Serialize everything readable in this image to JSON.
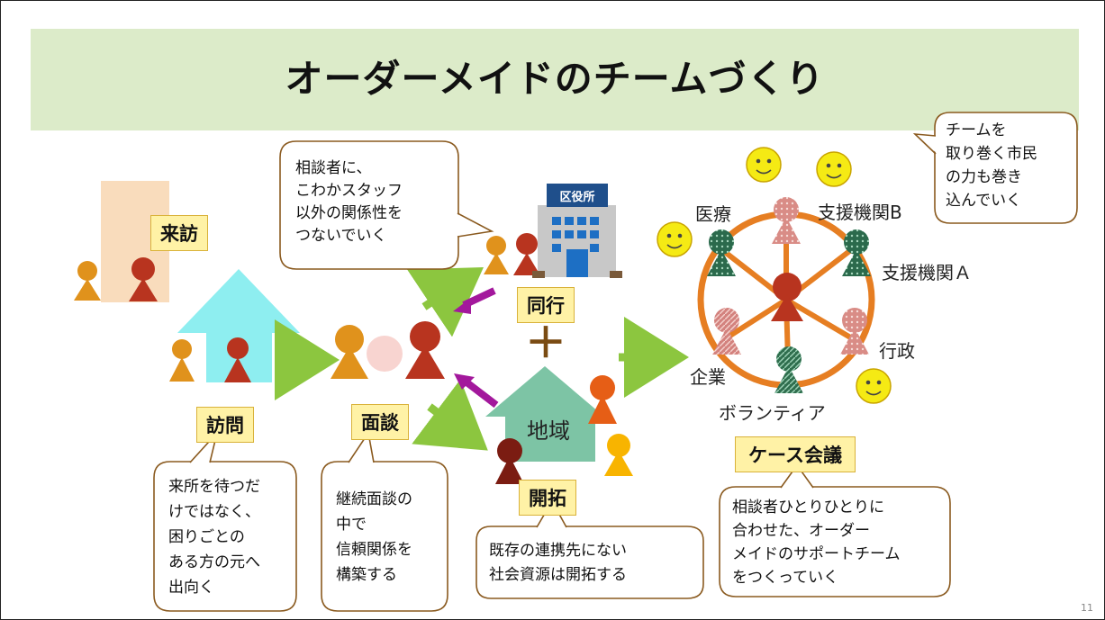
{
  "title": "オーダーメイドのチームづくり",
  "labels": {
    "raihou": "来訪",
    "houmon": "訪問",
    "mendan": "面談",
    "doukou": "同行",
    "kaitaku": "開拓",
    "case_kaigi": "ケース会議",
    "chiiki": "地域",
    "plus": "＋",
    "kuyakusho_sign": "区役所"
  },
  "team_roles": {
    "iryou": "医療",
    "shien_b": "支援機関B",
    "shien_a": "支援機関Ａ",
    "gyousei": "行政",
    "kigyou": "企業",
    "volunteer": "ボランティア"
  },
  "bubbles": {
    "top_center": "相談者に、\nこわかスタッフ\n以外の関係性を\nつないでいく",
    "top_right": "チームを\n取り巻く市民\nの力も巻き\n込んでいく",
    "houmon_note": "来所を待つだ\nけではなく、\n困りごとの\nある方の元へ\n出向く",
    "mendan_note": "継続面談の\n中で\n信頼関係を\n構築する",
    "kaitaku_note": "既存の連携先にない\n社会資源は開拓する",
    "case_note": "相談者ひとりひとりに\n合わせた、オーダー\nメイドのサポートチーム\nをつくっていく"
  },
  "page_number": "11",
  "colors": {
    "title_band": "#dcebc9",
    "label_fill": "#fff2a6",
    "arrow_green": "#8cc63f",
    "arrow_purple": "#a3189c",
    "ring_orange": "#e67e22",
    "house_cyan": "#8eeef0",
    "house_green": "#7dc4a5",
    "person_orange": "#e0921c",
    "person_red": "#b8341f",
    "smiley_yellow": "#f5ea14"
  }
}
